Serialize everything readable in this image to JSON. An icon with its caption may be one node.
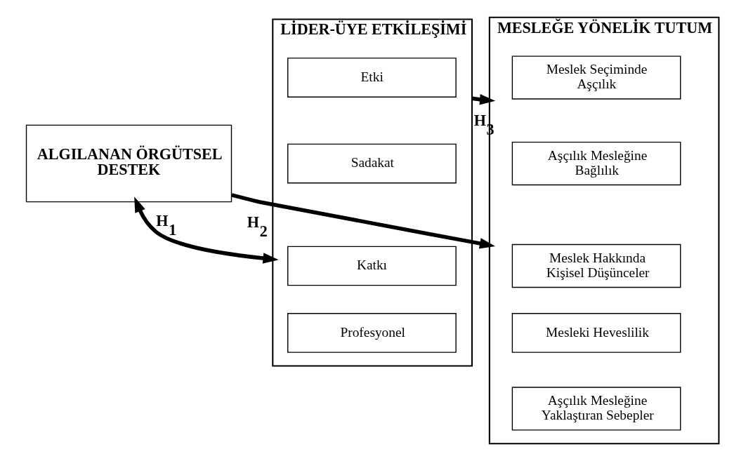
{
  "diagram": {
    "nodes": [
      {
        "text": [
          "ALGILANAN ÖRGÜTSEL DESTEK"
        ]
      },
      {
        "text": [
          "LİDER-ÜYE ETKİLEŞİMİ"
        ]
      },
      {
        "text": [
          "Etki"
        ],
        "in": 1
      },
      {
        "text": [
          "Sadakat"
        ],
        "in": 1
      },
      {
        "text": [
          "Katkı"
        ],
        "in": 1
      },
      {
        "text": [
          "Profesyonel"
        ],
        "in": 1
      },
      {
        "text": [
          "MESLEĞE YÖNELİK TUTUM"
        ]
      },
      {
        "text": [
          "Meslek Seçiminde Aşçılık"
        ],
        "in": 6
      },
      {
        "text": [
          "Aşçılık Mesleğine Bağlılık"
        ],
        "in": 6
      },
      {
        "text": [
          "Meslek Hakkında Kişisel Düşünceler"
        ],
        "in": 6
      },
      {
        "text": [
          "Mesleki Heveslilik"
        ],
        "in": 6
      },
      {
        "text": [
          "Aşçılık Mesleğine Yaklaştıran Sebepler"
        ],
        "in": 6
      }
    ],
    "edges": [
      {
        "from": 0,
        "to": 1,
        "arrow": "both",
        "label": "H$_{1}$"
      },
      {
        "from": 0,
        "to": 6,
        "arrow": "to",
        "label": "H$_{2}$"
      },
      {
        "from": 1,
        "to": 6,
        "arrow": "to",
        "label": "H$_{3}$"
      }
    ]
  }
}
